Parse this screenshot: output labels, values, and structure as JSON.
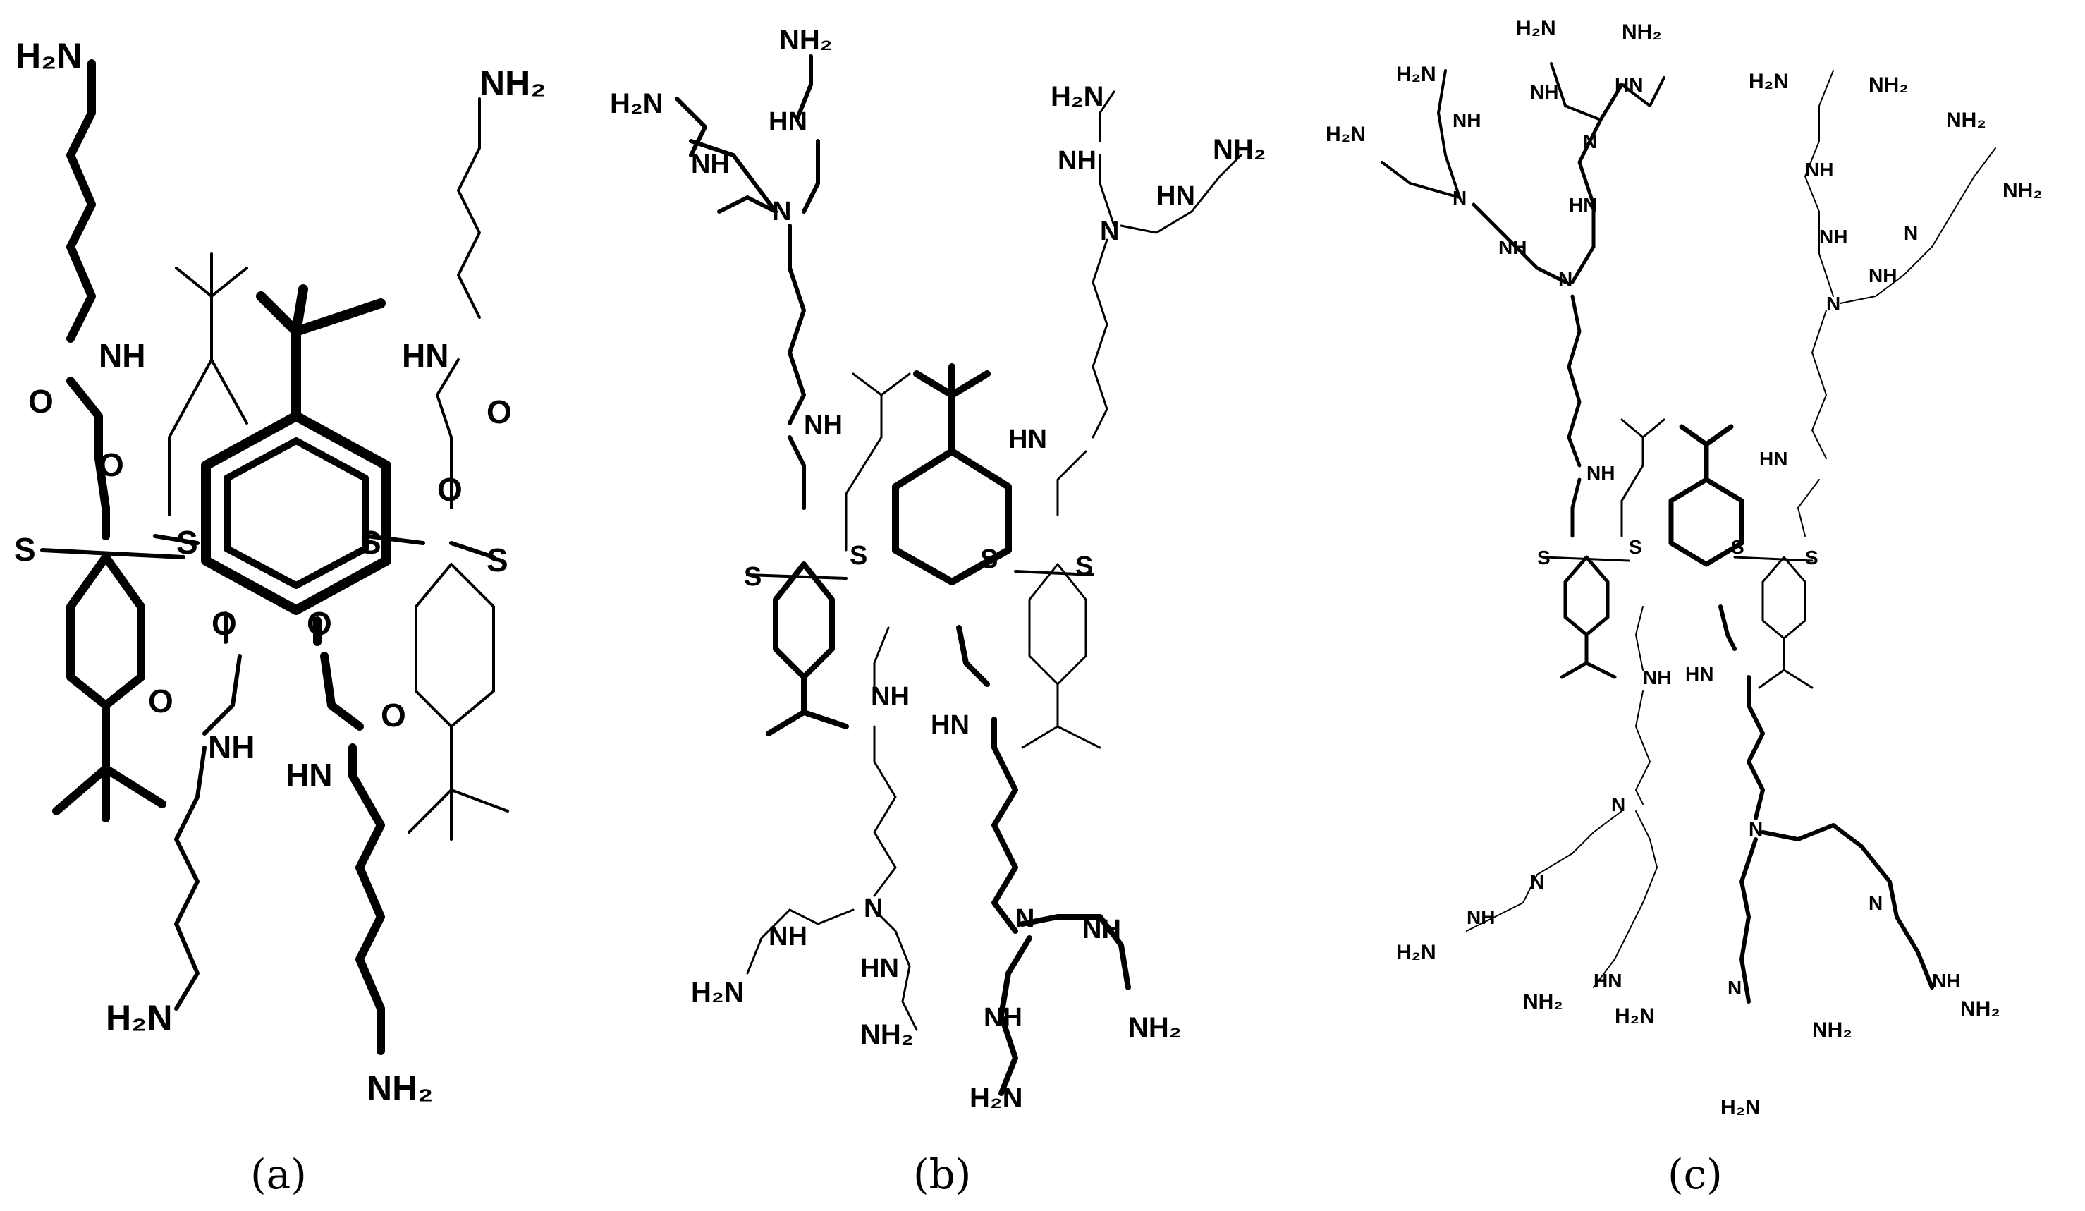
{
  "figure": {
    "panels": [
      {
        "id": "a",
        "label": "(a)"
      },
      {
        "id": "b",
        "label": "(b)"
      },
      {
        "id": "c",
        "label": "(c)"
      }
    ]
  },
  "atoms": {
    "nh2": "NH₂",
    "h2n": "H₂N",
    "nh": "NH",
    "hn": "HN",
    "o": "O",
    "s": "S",
    "n": "N"
  },
  "colors": {
    "ink": "#000000",
    "background": "#ffffff"
  }
}
